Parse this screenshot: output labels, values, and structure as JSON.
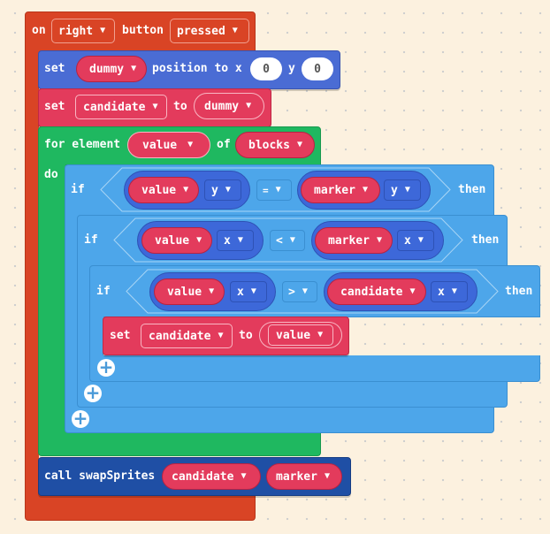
{
  "event": {
    "on_label": "on",
    "button": "right",
    "button_label": "button",
    "state": "pressed"
  },
  "set1": {
    "set_label": "set",
    "variable": "dummy",
    "position_label": "position to x",
    "x_value": "0",
    "y_label": "y",
    "y_value": "0"
  },
  "set2": {
    "set_label": "set",
    "variable": "candidate",
    "to_label": "to",
    "value": "dummy"
  },
  "for_loop": {
    "for_label": "for element",
    "element": "value",
    "of_label": "of",
    "list": "blocks",
    "do_label": "do"
  },
  "if1": {
    "if_label": "if",
    "then_label": "then",
    "left_var": "value",
    "left_prop": "y",
    "operator": "=",
    "right_var": "marker",
    "right_prop": "y"
  },
  "if2": {
    "if_label": "if",
    "then_label": "then",
    "left_var": "value",
    "left_prop": "x",
    "operator": "<",
    "right_var": "marker",
    "right_prop": "x"
  },
  "if3": {
    "if_label": "if",
    "then_label": "then",
    "left_var": "value",
    "left_prop": "x",
    "operator": ">",
    "right_var": "candidate",
    "right_prop": "x"
  },
  "set3": {
    "set_label": "set",
    "variable": "candidate",
    "to_label": "to",
    "value": "value"
  },
  "call": {
    "call_label": "call swapSprites",
    "arg1": "candidate",
    "arg2": "marker"
  },
  "icons": {
    "caret": "▼",
    "plus": "+"
  },
  "colors": {
    "event_block": "#d94425",
    "sprite_block": "#4a6cd4",
    "variable_block": "#e33b5c",
    "loop_block": "#1fb860",
    "logic_block": "#4da6ea",
    "function_block": "#1f4fa5",
    "background": "#fcf1df"
  }
}
